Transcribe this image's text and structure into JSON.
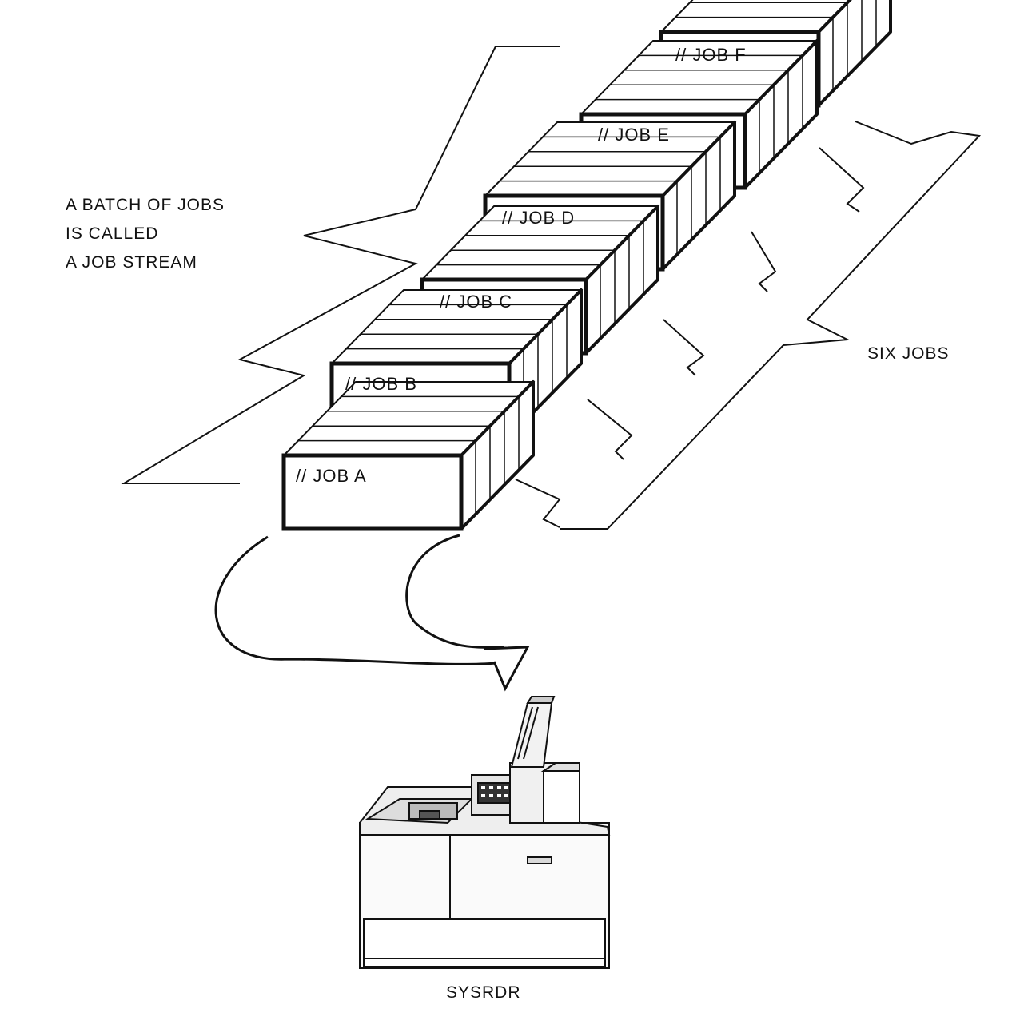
{
  "caption": {
    "lines": [
      "A BATCH OF JOBS",
      "IS CALLED",
      "A JOB STREAM"
    ]
  },
  "brace_label": "SIX JOBS",
  "device_label": "SYSRDR",
  "jobs": [
    {
      "id": "A",
      "label": "// JOB A"
    },
    {
      "id": "B",
      "label": "// JOB  B"
    },
    {
      "id": "C",
      "label": "// JOB C"
    },
    {
      "id": "D",
      "label": "// JOB  D"
    },
    {
      "id": "E",
      "label": "// JOB  E"
    },
    {
      "id": "F",
      "label": "// JOB  F"
    }
  ],
  "colors": {
    "ink": "#111111",
    "paper": "#ffffff",
    "machine_shade": "#d9d9d9"
  }
}
